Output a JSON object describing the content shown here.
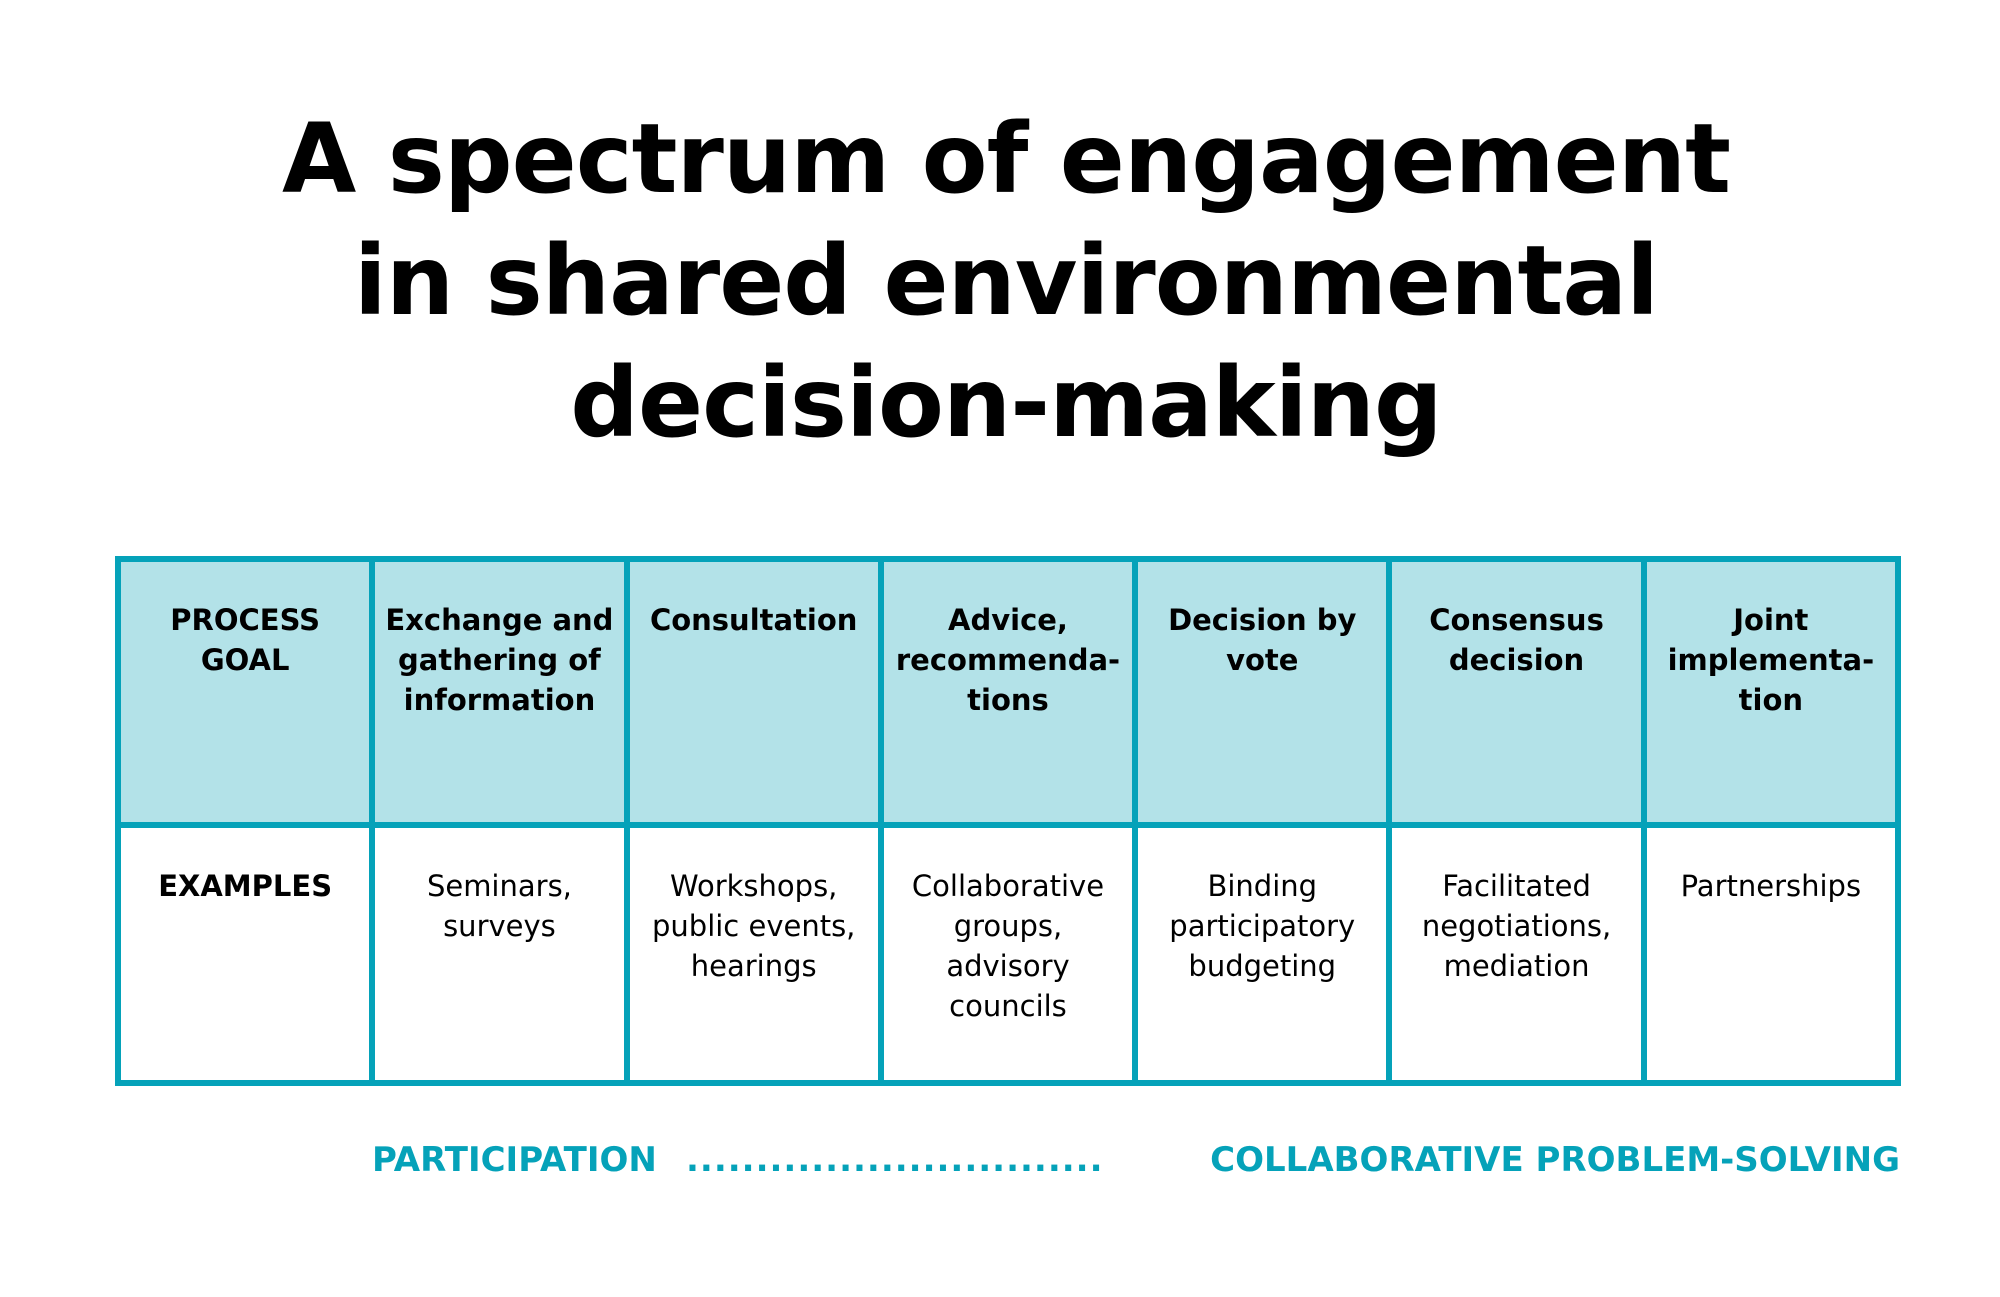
{
  "title": {
    "lines": [
      "A spectrum of engagement",
      "in shared environmental",
      "decision-making"
    ]
  },
  "table": {
    "goal_row": {
      "header": "PROCESS GOAL",
      "cells": [
        "Exchange and gathering of information",
        "Consultation",
        "Advice, recommenda-tions",
        "Decision by vote",
        "Consensus decision",
        "Joint implementa-tion"
      ]
    },
    "examples_row": {
      "header": "EXAMPLES",
      "cells": [
        "Seminars, surveys",
        "Workshops, public events, hearings",
        "Collaborative groups, advisory councils",
        "Binding participatory budgeting",
        "Facilitated negotiations, mediation",
        "Partnerships"
      ]
    }
  },
  "footer": {
    "left": "PARTICIPATION",
    "dots": "..............................",
    "right": "COLLABORATIVE PROBLEM-SOLVING"
  },
  "colors": {
    "accent": "#05a2b9",
    "header_fill": "#b3e2e8"
  }
}
